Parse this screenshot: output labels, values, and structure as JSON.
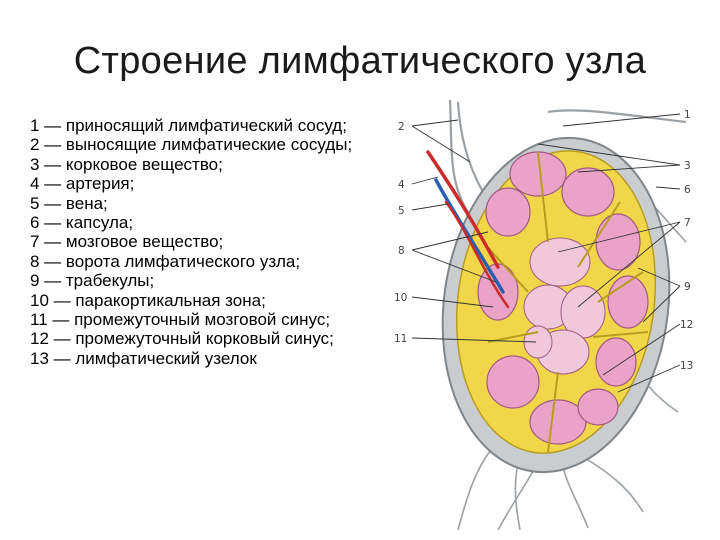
{
  "slide": {
    "title": "Строение лимфатического узла"
  },
  "legend": [
    "1 — приносящий лимфатический сосуд;",
    "2 — выносящие лимфатические сосуды;",
    "3 — корковое вещество;",
    "4 — артерия;",
    "5 — вена;",
    "6 — капсула;",
    "7 — мозговое вещество;",
    "8 — ворота лимфатического узла;",
    "9 — трабекулы;",
    "10 — паракортикальная зона;",
    "11 — промежуточный мозговой синус;",
    "12 — промежуточный корковый синус;",
    "13 — лимфатический узелок"
  ],
  "figure": {
    "labels": {
      "n1": "1",
      "n2": "2",
      "n3": "3",
      "n4": "4",
      "n5": "5",
      "n6": "6",
      "n7": "7",
      "n8": "8",
      "n9": "9",
      "n10": "10",
      "n11": "11",
      "n12": "12",
      "n13": "13"
    },
    "colors": {
      "capsule": "#c9cdd0",
      "cortex": "#f2d64a",
      "nodule": "#e9a3c6",
      "medulla": "#f0c8da",
      "artery": "#cc2b2b",
      "vein": "#2a5fb0",
      "leader": "#333333"
    }
  }
}
